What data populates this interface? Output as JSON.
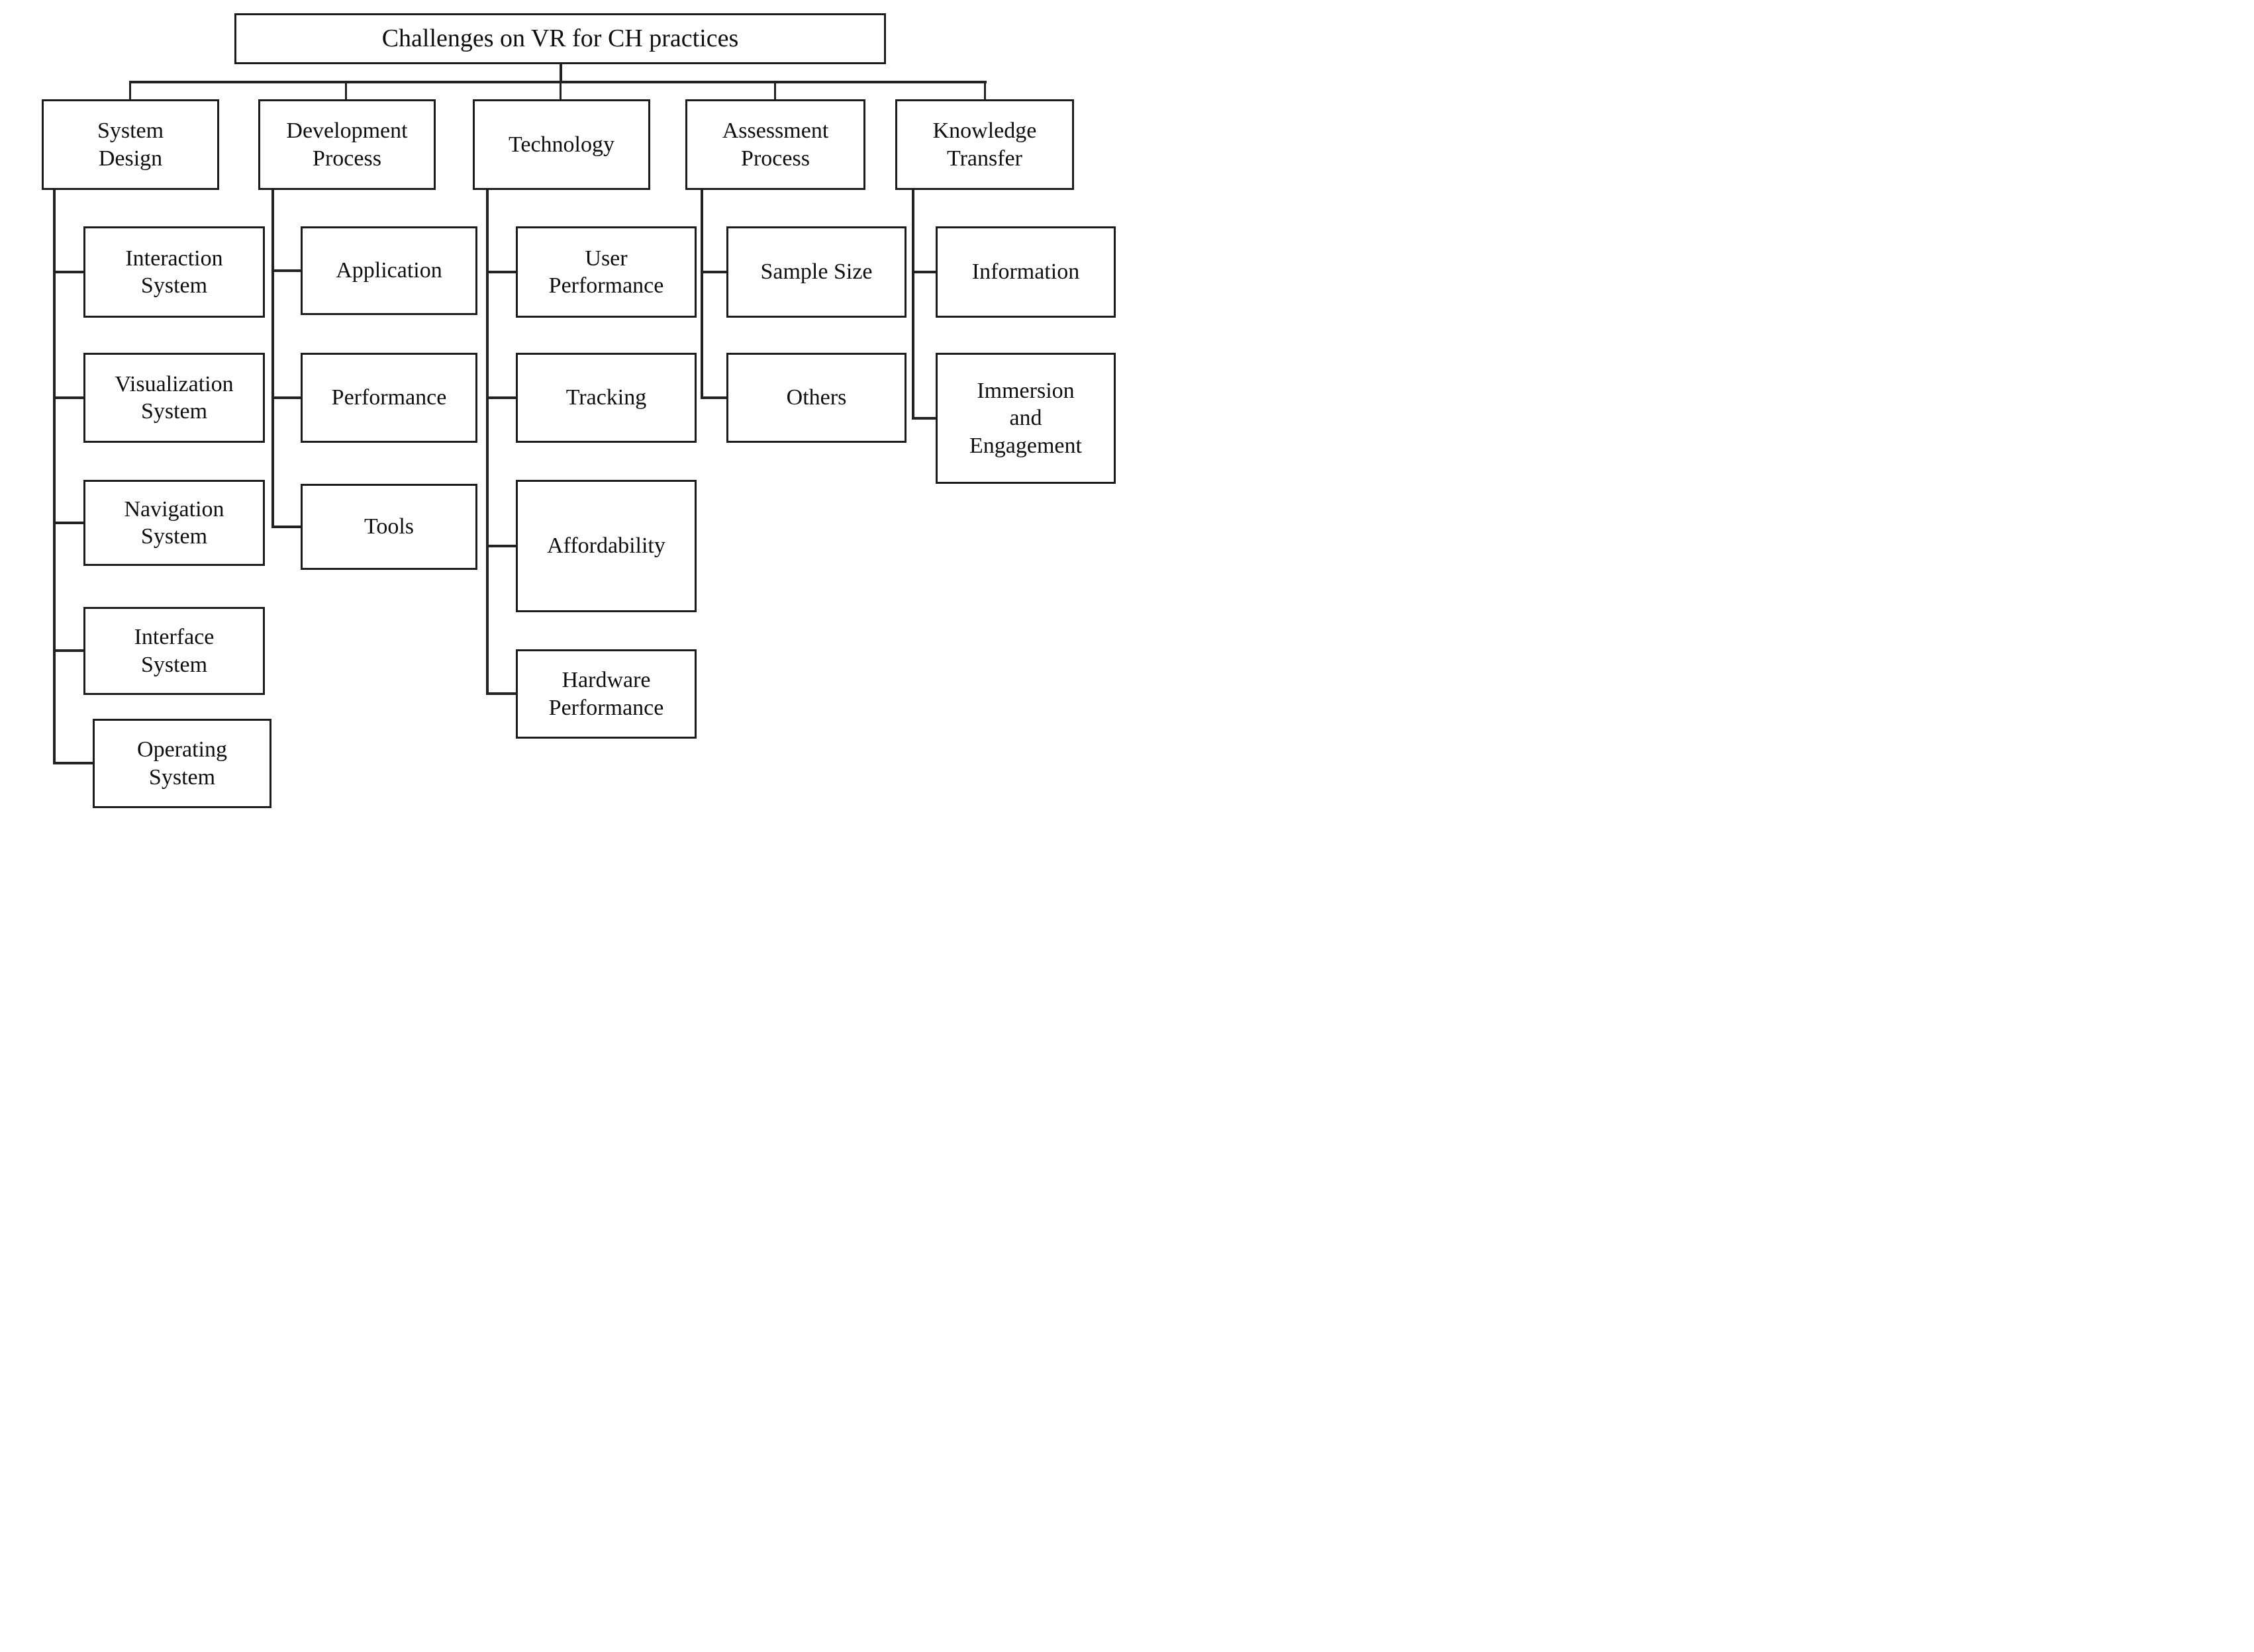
{
  "diagram": {
    "type": "tree",
    "root": {
      "label": "Challenges on VR for CH practices"
    },
    "columns": [
      {
        "label": "System\nDesign",
        "children": [
          {
            "label": "Interaction\nSystem"
          },
          {
            "label": "Visualization\nSystem"
          },
          {
            "label": "Navigation\nSystem"
          },
          {
            "label": "Interface\nSystem"
          },
          {
            "label": "Operating\nSystem"
          }
        ]
      },
      {
        "label": "Development\nProcess",
        "children": [
          {
            "label": "Application"
          },
          {
            "label": "Performance"
          },
          {
            "label": "Tools"
          }
        ]
      },
      {
        "label": "Technology",
        "children": [
          {
            "label": "User\nPerformance"
          },
          {
            "label": "Tracking"
          },
          {
            "label": "Affordability"
          },
          {
            "label": "Hardware\nPerformance"
          }
        ]
      },
      {
        "label": "Assessment\nProcess",
        "children": [
          {
            "label": "Sample Size"
          },
          {
            "label": "Others"
          }
        ]
      },
      {
        "label": "Knowledge\nTransfer",
        "children": [
          {
            "label": "Information"
          },
          {
            "label": "Immersion\nand\nEngagement"
          }
        ]
      }
    ],
    "colors": {
      "line": "#222222",
      "box_border": "#1c1c1c",
      "text": "#0f0f0f",
      "background": "#ffffff"
    }
  }
}
